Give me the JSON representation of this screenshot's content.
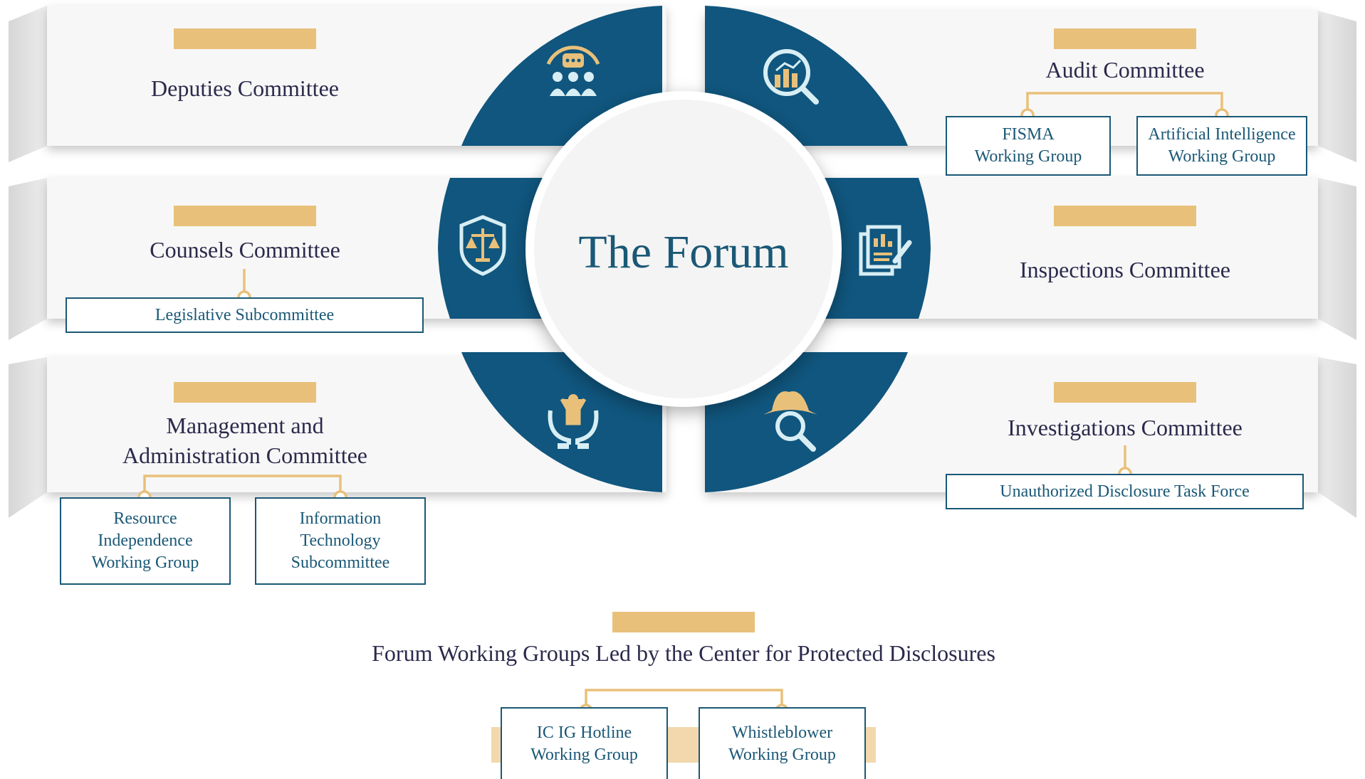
{
  "center": {
    "title": "The Forum"
  },
  "committees": {
    "deputies": {
      "title": "Deputies Committee",
      "icon": "meeting-people-icon"
    },
    "counsels": {
      "title": "Counsels Committee",
      "icon": "shield-scales-icon",
      "subgroups": [
        "Legislative Subcommittee"
      ]
    },
    "management": {
      "title_line1": "Management and",
      "title_line2": "Administration Committee",
      "icon": "hands-person-icon",
      "subgroups": [
        {
          "line1": "Resource",
          "line2": "Independence",
          "line3": "Working Group"
        },
        {
          "line1": "Information",
          "line2": "Technology",
          "line3": "Subcommittee"
        }
      ]
    },
    "audit": {
      "title": "Audit Committee",
      "icon": "chart-magnifier-icon",
      "subgroups": [
        {
          "line1": "FISMA",
          "line2": "Working Group"
        },
        {
          "line1": "Artificial Intelligence",
          "line2": "Working Group"
        }
      ]
    },
    "inspections": {
      "title": "Inspections Committee",
      "icon": "documents-pen-icon"
    },
    "investigations": {
      "title": "Investigations Committee",
      "icon": "detective-magnifier-icon",
      "subgroups": [
        "Unauthorized Disclosure Task Force"
      ]
    }
  },
  "cpd": {
    "title": "Forum Working Groups Led by the Center for Protected Disclosures",
    "subgroups": [
      {
        "line1": "IC IG Hotline",
        "line2": "Working Group"
      },
      {
        "line1": "Whistleblower",
        "line2": "Working Group"
      }
    ]
  },
  "colors": {
    "navy": "#10567e",
    "gold": "#e9c07a",
    "text": "#2b2a4c",
    "box_text": "#1a5876",
    "panel": "#f7f7f7"
  }
}
